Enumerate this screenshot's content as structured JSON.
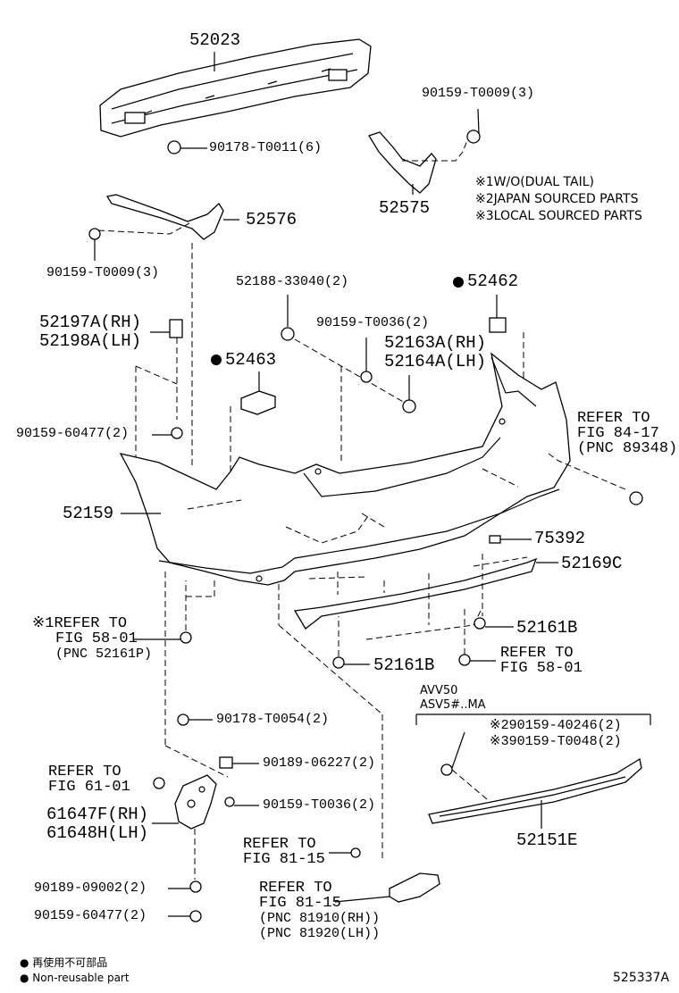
{
  "parts": [
    {
      "id": "p52023",
      "label": "52023"
    },
    {
      "id": "p90178_t0011",
      "label": "90178-T0011(6)"
    },
    {
      "id": "p90159_t0009_top",
      "label": "90159-T0009(3)"
    },
    {
      "id": "p52575",
      "label": "52575"
    },
    {
      "id": "p52576",
      "label": "52576"
    },
    {
      "id": "p90159_t0009_left",
      "label": "90159-T0009(3)"
    },
    {
      "id": "p52188",
      "label": "52188-33040(2)"
    },
    {
      "id": "p52462",
      "label": "52462"
    },
    {
      "id": "p90159_t0036_top",
      "label": "90159-T0036(2)"
    },
    {
      "id": "p52463",
      "label": "52463"
    },
    {
      "id": "p90159_60477_top",
      "label": "90159-60477(2)"
    },
    {
      "id": "p52159",
      "label": "52159"
    },
    {
      "id": "p75392",
      "label": "75392"
    },
    {
      "id": "p52169c",
      "label": "52169C"
    },
    {
      "id": "p52161b_right",
      "label": "52161B"
    },
    {
      "id": "p52161b_mid",
      "label": "52161B"
    },
    {
      "id": "p90178_t0054",
      "label": "90178-T0054(2)"
    },
    {
      "id": "p90189_06227",
      "label": "90189-06227(2)"
    },
    {
      "id": "p90159_t0036_low",
      "label": "90159-T0036(2)"
    },
    {
      "id": "p90189_09002",
      "label": "90189-09002(2)"
    },
    {
      "id": "p90159_60477_low",
      "label": "90159-60477(2)"
    },
    {
      "id": "p52151e",
      "label": "52151E"
    }
  ],
  "pairs": {
    "retainer": {
      "rh": "52197A(RH)",
      "lh": "52198A(LH)"
    },
    "bracket": {
      "rh": "52163A(RH)",
      "lh": "52164A(LH)"
    },
    "support": {
      "rh": "61647F(RH)",
      "lh": "61648H(LH)"
    }
  },
  "refs": {
    "fig84": {
      "l1": "REFER TO",
      "l2": "FIG 84-17",
      "l3": "(PNC 89348)"
    },
    "fig58a": {
      "mark": "※1",
      "l1": "REFER TO",
      "l2": "FIG 58-01",
      "l3": "(PNC 52161P)"
    },
    "fig58b": {
      "l1": "REFER TO",
      "l2": "FIG 58-01"
    },
    "fig61": {
      "l1": "REFER TO",
      "l2": "FIG 61-01"
    },
    "fig81a": {
      "l1": "REFER TO",
      "l2": "FIG 81-15"
    },
    "fig81b": {
      "l1": "REFER TO",
      "l2": "FIG 81-15",
      "l3": "(PNC 81910(RH))",
      "l4": "(PNC 81920(LH))"
    }
  },
  "notes": [
    {
      "mark": "※1",
      "text": "W/O(DUAL TAIL)"
    },
    {
      "mark": "※2",
      "text": "JAPAN SOURCED PARTS"
    },
    {
      "mark": "※3",
      "text": "LOCAL SOURCED PARTS"
    }
  ],
  "variant": {
    "model1": "AVV50",
    "model2": "ASV5#..MA",
    "line1": "※290159-40246(2)",
    "line2": "※390159-T0048(2)"
  },
  "legend": {
    "jp": "● 再使用不可部品",
    "en": "● Non-reusable part"
  },
  "diagram_id": "525337A"
}
